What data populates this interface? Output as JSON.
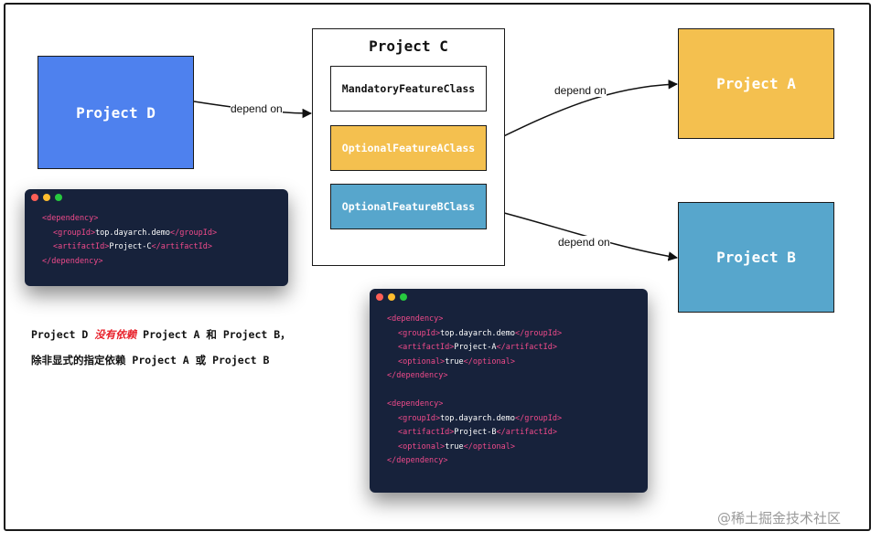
{
  "projects": {
    "d": {
      "label": "Project D",
      "color": "#4e81ee"
    },
    "c": {
      "label": "Project C"
    },
    "a": {
      "label": "Project A",
      "color": "#f4c04f"
    },
    "b": {
      "label": "Project B",
      "color": "#57a6cc"
    }
  },
  "classes": {
    "mandatory": "MandatoryFeatureClass",
    "optional_a": "OptionalFeatureAClass",
    "optional_b": "OptionalFeatureBClass"
  },
  "edges": {
    "d_to_c": "depend on",
    "a_to_proj_a": "depend on",
    "b_to_proj_b": "depend on"
  },
  "code_small": {
    "lines": [
      [
        "<dependency>"
      ],
      [
        "<groupId>",
        "top.dayarch.demo",
        "</groupId>"
      ],
      [
        "<artifactId>",
        "Project-C",
        "</artifactId>"
      ],
      [
        "</dependency>"
      ]
    ]
  },
  "code_large": {
    "lines": [
      [
        "<dependency>"
      ],
      [
        "<groupId>",
        "top.dayarch.demo",
        "</groupId>"
      ],
      [
        "<artifactId>",
        "Project-A",
        "</artifactId>"
      ],
      [
        "<optional>",
        "true",
        "</optional>"
      ],
      [
        "</dependency>"
      ],
      [
        ""
      ],
      [
        "<dependency>"
      ],
      [
        "<groupId>",
        "top.dayarch.demo",
        "</groupId>"
      ],
      [
        "<artifactId>",
        "Project-B",
        "</artifactId>"
      ],
      [
        "<optional>",
        "true",
        "</optional>"
      ],
      [
        "</dependency>"
      ]
    ]
  },
  "note": {
    "line1_prefix": "Project D ",
    "line1_emphasis": "没有依赖",
    "line1_suffix": " Project A 和 Project B，",
    "line2": "除非显式的指定依赖 Project A 或 Project B"
  },
  "watermark": "@稀土掘金技术社区",
  "colors": {
    "tag": "#ef4a8a",
    "code_bg": "#17223b",
    "emphasis": "#e8212b"
  }
}
